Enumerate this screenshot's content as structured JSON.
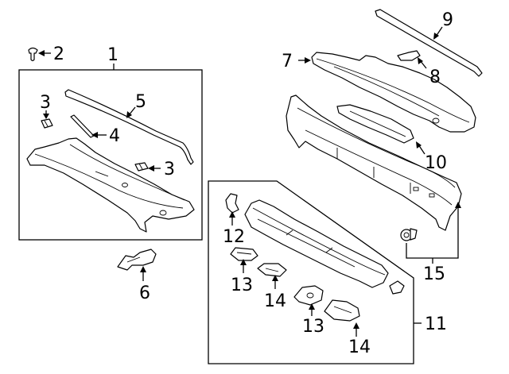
{
  "callouts": {
    "c1": "1",
    "c2": "2",
    "c3a": "3",
    "c3b": "3",
    "c4": "4",
    "c5": "5",
    "c6": "6",
    "c7": "7",
    "c8": "8",
    "c9": "9",
    "c10": "10",
    "c11": "11",
    "c12": "12",
    "c13a": "13",
    "c13b": "13",
    "c14a": "14",
    "c14b": "14",
    "c15": "15"
  }
}
